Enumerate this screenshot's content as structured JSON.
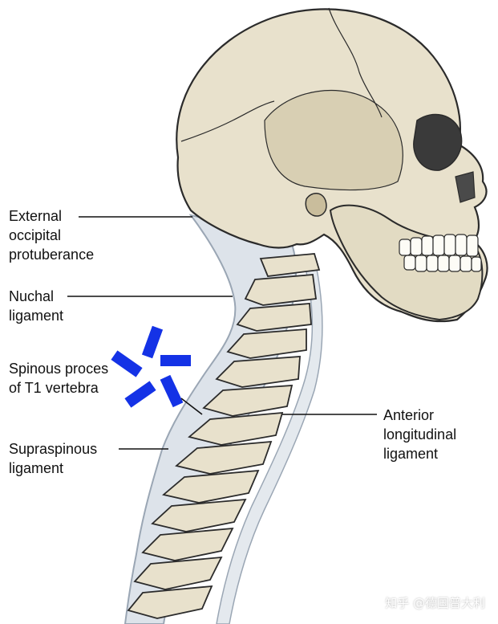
{
  "labels": {
    "external_occipital_protuberance": [
      "External",
      "occipital",
      "protuberance"
    ],
    "nuchal_ligament": [
      "Nuchal",
      "ligament"
    ],
    "spinous_process_t1": [
      "Spinous proces",
      "of T1 vertebra"
    ],
    "supraspinous_ligament": [
      "Supraspinous",
      "ligament"
    ],
    "anterior_longitudinal_ligament": [
      "Anterior",
      "longitudinal",
      "ligament"
    ]
  },
  "watermark": "知乎 @德国普大利",
  "colors": {
    "bone": "#e8e1cc",
    "bone_shadow": "#c9bd9c",
    "outline": "#2b2b2b",
    "ligament": "#dde3ea",
    "ligament_edge": "#9aa6b4",
    "marker": "#1432e6",
    "leader_line": "#111111"
  }
}
